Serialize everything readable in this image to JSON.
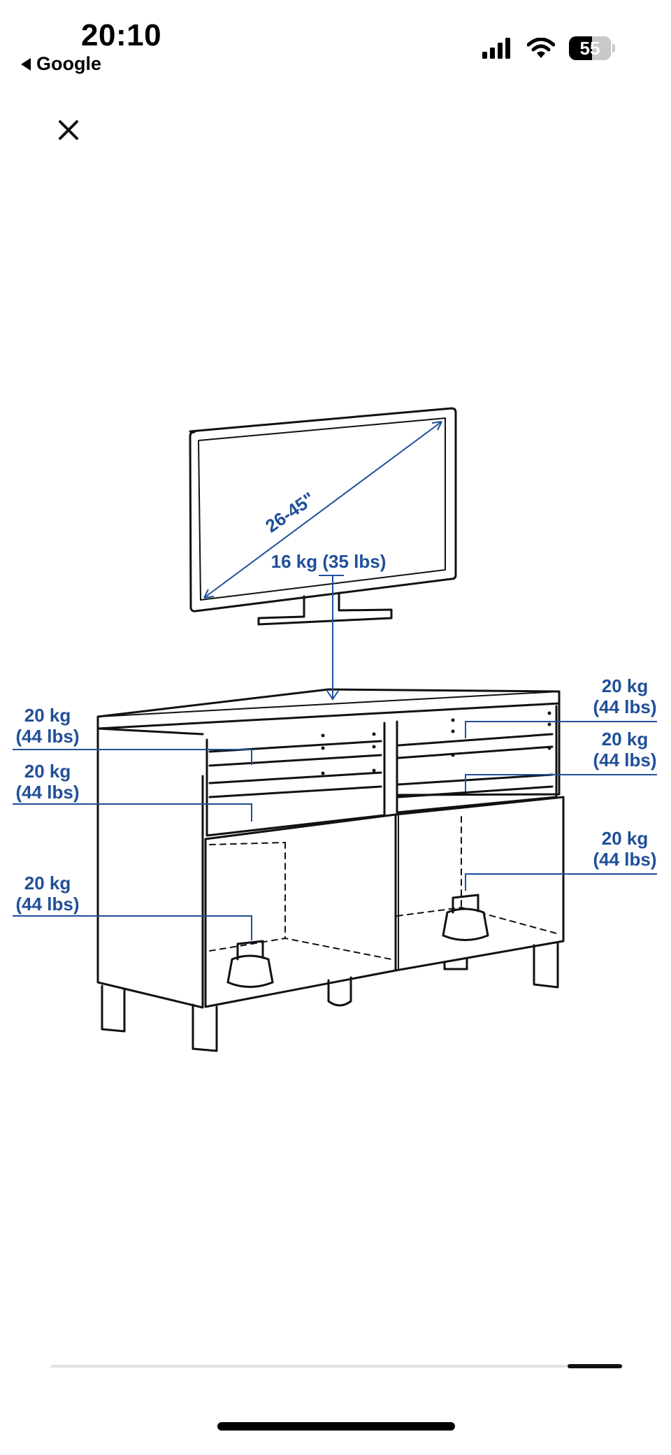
{
  "status_bar": {
    "time": "20:10",
    "back_label": "Google",
    "battery_level": "55",
    "icons": [
      "cellular-signal-icon",
      "wifi-icon",
      "battery-icon"
    ]
  },
  "toolbar": {
    "close_icon": "close-icon"
  },
  "diagram": {
    "tv_size": "26-45\"",
    "tv_weight": "16 kg (35 lbs)",
    "load_labels": [
      {
        "kg": "20 kg",
        "lbs": "(44 lbs)"
      },
      {
        "kg": "20 kg",
        "lbs": "(44 lbs)"
      },
      {
        "kg": "20 kg",
        "lbs": "(44 lbs)"
      },
      {
        "kg": "20 kg",
        "lbs": "(44 lbs)"
      },
      {
        "kg": "20 kg",
        "lbs": "(44 lbs)"
      },
      {
        "kg": "20 kg",
        "lbs": "(44 lbs)"
      }
    ],
    "accent_color": "#1f4f99"
  },
  "scroll": {
    "position_fraction": 0.95
  }
}
